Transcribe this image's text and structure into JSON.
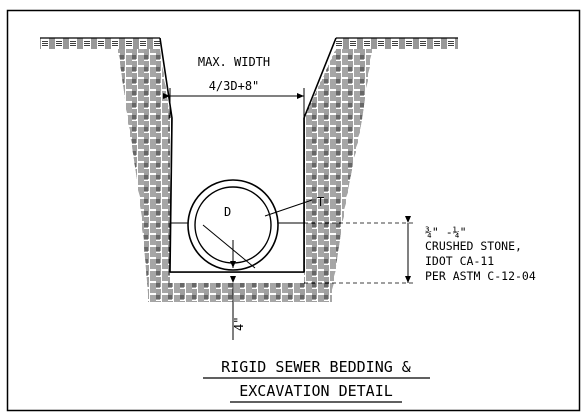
{
  "drawing": {
    "max_width_label": "MAX. WIDTH",
    "width_formula": "4/3D+8\"",
    "pipe_diameter_label": "D",
    "wall_thickness_label": "T",
    "bedding_depth_label": "4\"",
    "stone_size_label": "¾\" -¼\"",
    "stone_line1": "CRUSHED STONE,",
    "stone_line2": "IDOT CA-11",
    "stone_line3": "PER ASTM C-12-04",
    "title_line1": "RIGID SEWER BEDDING &",
    "title_line2": "EXCAVATION DETAIL"
  }
}
